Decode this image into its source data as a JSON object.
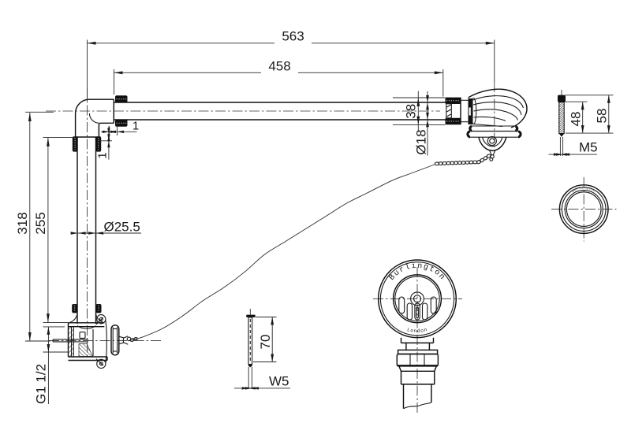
{
  "drawing": {
    "background": "#ffffff",
    "line_color": "#1a1a1a",
    "annotations": {
      "overall_length": "563",
      "pipe_length": "458",
      "fitting_od": "38",
      "overflow_pipe_dia": "Ø18",
      "overall_height": "318",
      "standpipe_height": "255",
      "standpipe_dia": "Ø25.5",
      "gap_horizontal": "1",
      "gap_vertical": "1",
      "waste_thread": "G1 1/2",
      "stud_thread_len": "48",
      "stud_len": "58",
      "stud_thread": "M5",
      "screw_len": "70",
      "screw_thread": "W5"
    },
    "branding": {
      "maker": "Burlington",
      "city": "London",
      "ring_mark": "Burlington"
    }
  }
}
